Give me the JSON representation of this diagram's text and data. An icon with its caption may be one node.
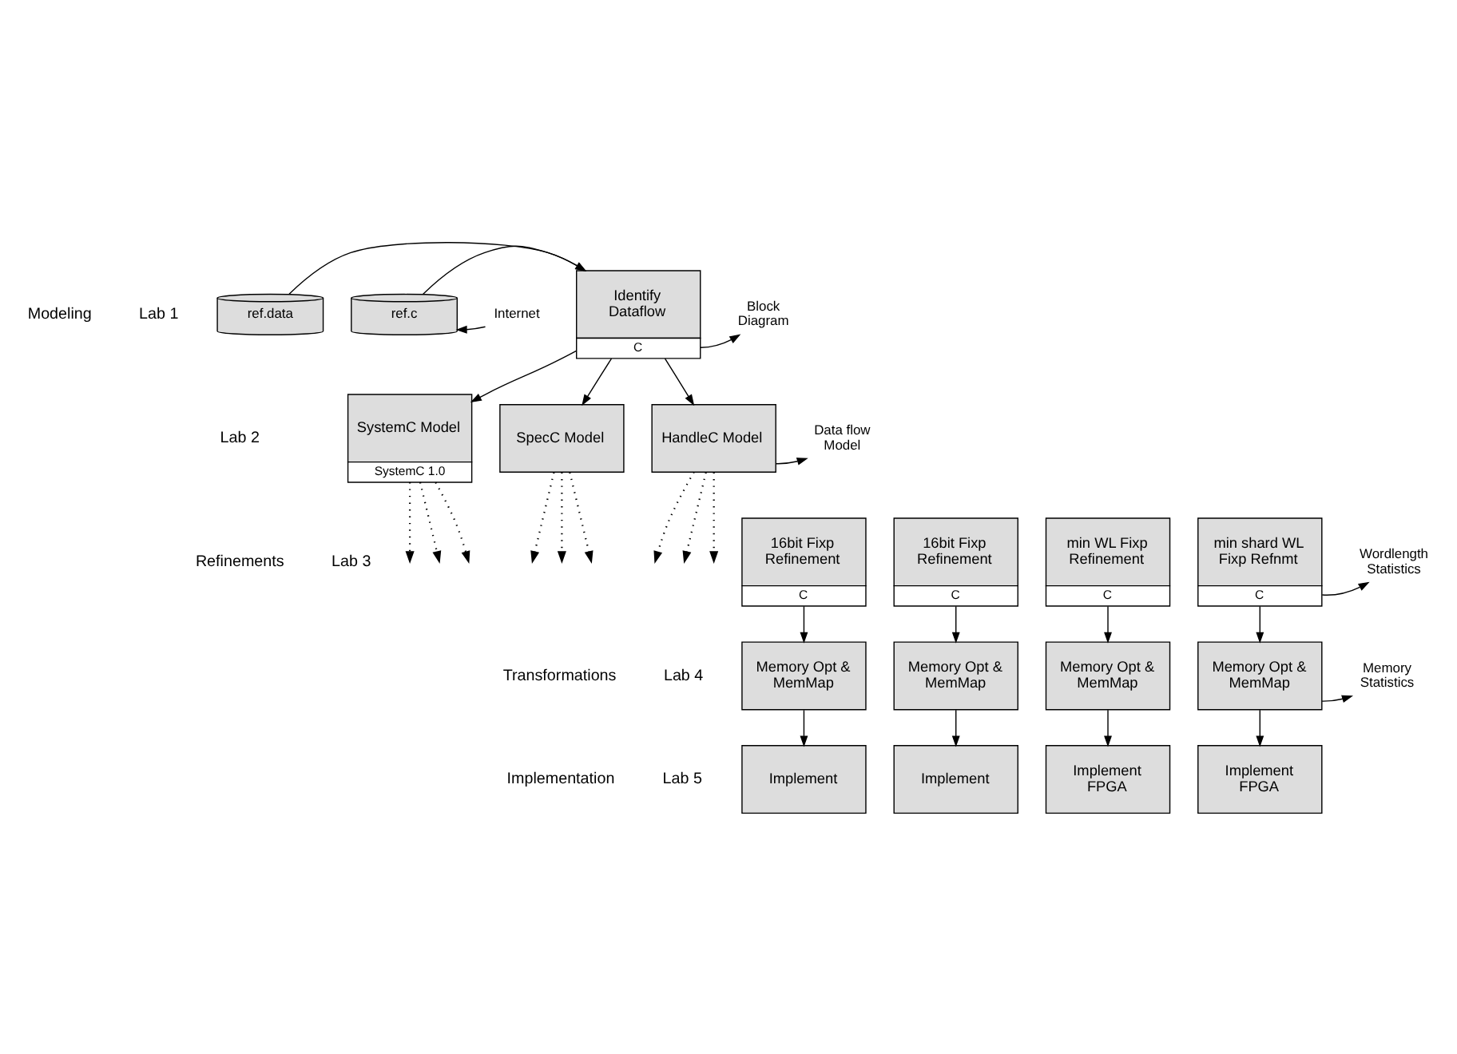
{
  "diagram": {
    "nodes": [
      {
        "text": [
          "ref.data"
        ]
      },
      {
        "text": [
          "ref.c"
        ]
      },
      {
        "text": [
          "Internet"
        ]
      },
      {
        "text": [
          "Identify Dataflow",
          "C"
        ]
      },
      {
        "text": [
          "Block Diagram"
        ]
      },
      {
        "text": [
          "SystemC Model",
          "SystemC 1.0"
        ]
      },
      {
        "text": [
          "SpecC Model"
        ]
      },
      {
        "text": [
          "HandleC Model"
        ]
      },
      {
        "text": [
          "Data flow Model"
        ]
      },
      {
        "text": [
          "16bit Fixp Refinement",
          "C"
        ]
      },
      {
        "text": [
          "16bit Fixp Refinement",
          "C"
        ]
      },
      {
        "text": [
          "min WL Fixp Refinement",
          "C"
        ]
      },
      {
        "text": [
          "min shard WL Fixp Refnmt",
          "C"
        ]
      },
      {
        "text": [
          "Wordlength Statistics"
        ]
      },
      {
        "text": [
          "Memory Opt & MemMap"
        ]
      },
      {
        "text": [
          "Memory Opt & MemMap"
        ]
      },
      {
        "text": [
          "Memory Opt & MemMap"
        ]
      },
      {
        "text": [
          "Memory Opt & MemMap"
        ]
      },
      {
        "text": [
          "Memory Statistics"
        ]
      },
      {
        "text": [
          "Implement"
        ]
      },
      {
        "text": [
          "Implement"
        ]
      },
      {
        "text": [
          "Implement FPGA"
        ]
      },
      {
        "text": [
          "Implement FPGA"
        ]
      }
    ],
    "edges": [
      {
        "from": 0,
        "to": 3,
        "arrow": "to"
      },
      {
        "from": 2,
        "to": 1,
        "arrow": "to"
      },
      {
        "from": 1,
        "to": 3,
        "arrow": "to"
      },
      {
        "from": 3,
        "to": 4,
        "arrow": "to"
      },
      {
        "from": 3,
        "to": 5,
        "arrow": "to"
      },
      {
        "from": 3,
        "to": 6,
        "arrow": "to"
      },
      {
        "from": 3,
        "to": 7,
        "arrow": "to"
      },
      {
        "from": 7,
        "to": 8,
        "arrow": "to"
      },
      {
        "from": 5,
        "to": null,
        "arrow": "to",
        "style": "dashed"
      },
      {
        "from": 5,
        "to": null,
        "arrow": "to",
        "style": "dashed"
      },
      {
        "from": 5,
        "to": null,
        "arrow": "to",
        "style": "dashed"
      },
      {
        "from": 6,
        "to": null,
        "arrow": "to",
        "style": "dashed"
      },
      {
        "from": 6,
        "to": null,
        "arrow": "to",
        "style": "dashed"
      },
      {
        "from": 6,
        "to": null,
        "arrow": "to",
        "style": "dashed"
      },
      {
        "from": 7,
        "to": null,
        "arrow": "to",
        "style": "dashed"
      },
      {
        "from": 7,
        "to": null,
        "arrow": "to",
        "style": "dashed"
      },
      {
        "from": 7,
        "to": null,
        "arrow": "to",
        "style": "dashed"
      },
      {
        "from": 12,
        "to": 13,
        "arrow": "to"
      },
      {
        "from": 9,
        "to": 14,
        "arrow": "to"
      },
      {
        "from": 10,
        "to": 15,
        "arrow": "to"
      },
      {
        "from": 11,
        "to": 16,
        "arrow": "to"
      },
      {
        "from": 12,
        "to": 17,
        "arrow": "to"
      },
      {
        "from": 17,
        "to": 18,
        "arrow": "to"
      },
      {
        "from": 14,
        "to": 19,
        "arrow": "to"
      },
      {
        "from": 15,
        "to": 20,
        "arrow": "to"
      },
      {
        "from": 16,
        "to": 21,
        "arrow": "to"
      },
      {
        "from": 17,
        "to": 22,
        "arrow": "to"
      }
    ],
    "labels": [
      "Modeling",
      "Lab 1",
      "Lab 2",
      "Refinements",
      "Lab 3",
      "Transformations",
      "Lab 4",
      "Implementation",
      "Lab 5"
    ]
  }
}
